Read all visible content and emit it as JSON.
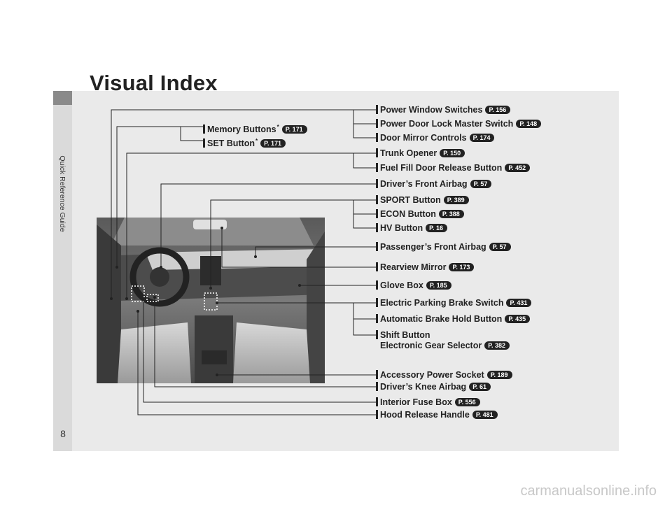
{
  "page": {
    "title": "Visual Index",
    "side_tab": "Quick Reference Guide",
    "page_number": "8",
    "watermark": "carmanualsonline.info"
  },
  "labels": [
    {
      "id": "power-window-switches",
      "text": "Power Window Switches",
      "ref": "P. 156"
    },
    {
      "id": "memory-buttons",
      "text": "Memory Buttons",
      "asterisk": "*",
      "ref": "P. 171"
    },
    {
      "id": "power-door-lock-master-switch",
      "text": "Power Door Lock Master Switch",
      "ref": "P. 148"
    },
    {
      "id": "set-button",
      "text": "SET Button",
      "asterisk": "*",
      "ref": "P. 171"
    },
    {
      "id": "door-mirror-controls",
      "text": "Door Mirror Controls",
      "ref": "P. 174"
    },
    {
      "id": "trunk-opener",
      "text": "Trunk Opener",
      "ref": "P. 150"
    },
    {
      "id": "fuel-fill-door-release-button",
      "text": "Fuel Fill Door Release Button",
      "ref": "P. 452"
    },
    {
      "id": "drivers-front-airbag",
      "text": "Driver’s Front Airbag",
      "ref": "P. 57"
    },
    {
      "id": "sport-button",
      "text": "SPORT Button",
      "ref": "P. 389"
    },
    {
      "id": "econ-button",
      "text": "ECON Button",
      "ref": "P. 388"
    },
    {
      "id": "hv-button",
      "text": "HV Button",
      "ref": "P. 16"
    },
    {
      "id": "passengers-front-airbag",
      "text": "Passenger’s Front Airbag",
      "ref": "P. 57"
    },
    {
      "id": "rearview-mirror",
      "text": "Rearview Mirror",
      "ref": "P. 173"
    },
    {
      "id": "glove-box",
      "text": "Glove Box",
      "ref": "P. 185"
    },
    {
      "id": "electric-parking-brake-switch",
      "text": "Electric Parking Brake Switch",
      "ref": "P. 431"
    },
    {
      "id": "automatic-brake-hold-button",
      "text": "Automatic Brake Hold Button",
      "ref": "P. 435"
    },
    {
      "id": "shift-button",
      "text": "Shift Button",
      "subtext": "Electronic Gear Selector",
      "ref": "P. 382"
    },
    {
      "id": "accessory-power-socket",
      "text": "Accessory Power Socket",
      "ref": "P. 189"
    },
    {
      "id": "drivers-knee-airbag",
      "text": "Driver’s Knee Airbag",
      "ref": "P. 61"
    },
    {
      "id": "interior-fuse-box",
      "text": "Interior Fuse Box",
      "ref": "P. 556"
    },
    {
      "id": "hood-release-handle",
      "text": "Hood Release Handle",
      "ref": "P. 481"
    }
  ],
  "colors": {
    "panel": "#eaeaea",
    "tab": "#8a8a8a",
    "ink": "#222222"
  }
}
